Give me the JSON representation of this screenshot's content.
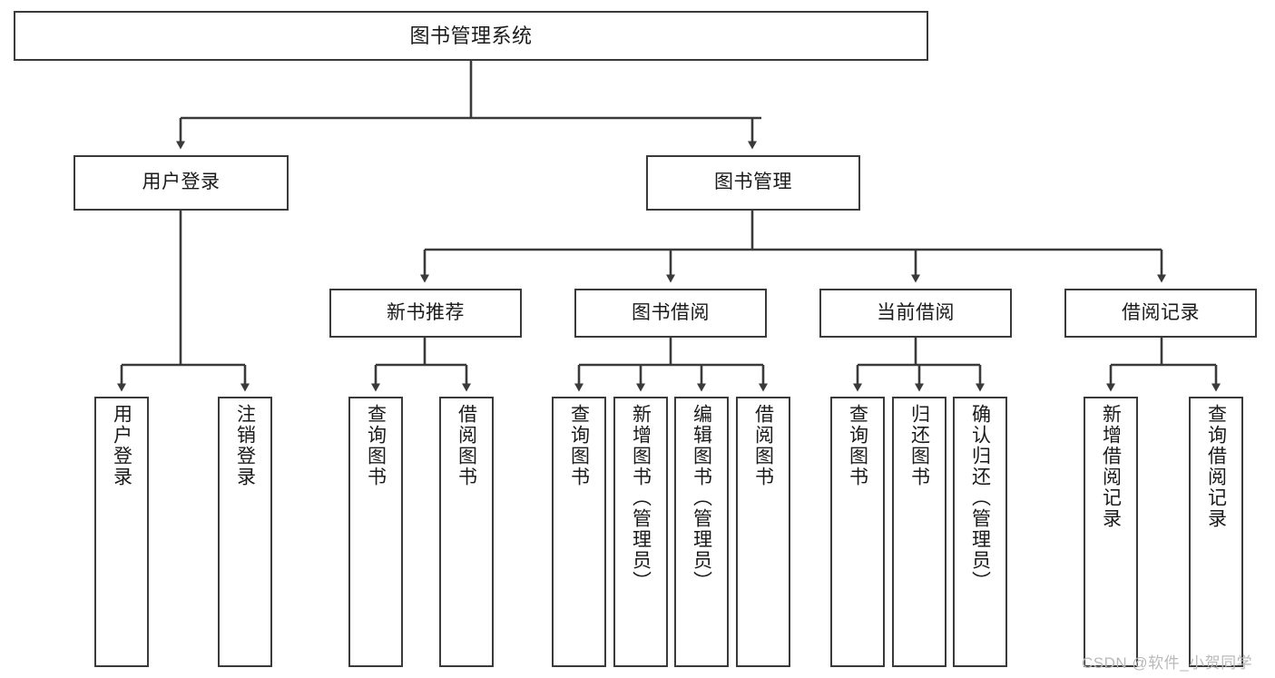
{
  "diagram": {
    "title": "图书管理系统",
    "type": "system-function-tree",
    "watermark": "CSDN @软件_小贺同学",
    "colors": {
      "box_border": "#3a3a3a",
      "box_fill": "#ffffff",
      "connector": "#3a3a3a",
      "text": "#1a1a1a",
      "watermark": "#b9b9b9",
      "background": "#ffffff"
    },
    "nodes": {
      "root": {
        "label": "图书管理系统"
      },
      "level1": [
        {
          "id": "user-login",
          "label": "用户登录"
        },
        {
          "id": "book-management",
          "label": "图书管理"
        }
      ],
      "level2": [
        {
          "id": "new-book-recommend",
          "label": "新书推荐"
        },
        {
          "id": "book-borrow",
          "label": "图书借阅"
        },
        {
          "id": "current-borrow",
          "label": "当前借阅"
        },
        {
          "id": "borrow-record",
          "label": "借阅记录"
        }
      ],
      "leaves": {
        "user_login": [
          {
            "id": "leaf-user-login",
            "label": "用户登录"
          },
          {
            "id": "leaf-logout-login",
            "label": "注销登录"
          }
        ],
        "new_book_recommend": [
          {
            "id": "leaf-query-book-1",
            "label": "查询图书"
          },
          {
            "id": "leaf-borrow-book-1",
            "label": "借阅图书"
          }
        ],
        "book_borrow": [
          {
            "id": "leaf-query-book-2",
            "label": "查询图书"
          },
          {
            "id": "leaf-add-book",
            "label": "新增图书（管理员）"
          },
          {
            "id": "leaf-edit-book",
            "label": "编辑图书（管理员）"
          },
          {
            "id": "leaf-borrow-book-2",
            "label": "借阅图书"
          }
        ],
        "current_borrow": [
          {
            "id": "leaf-query-book-3",
            "label": "查询图书"
          },
          {
            "id": "leaf-return-book",
            "label": "归还图书"
          },
          {
            "id": "leaf-confirm-return",
            "label": "确认归还（管理员）"
          }
        ],
        "borrow_record": [
          {
            "id": "leaf-add-borrow-record",
            "label": "新增借阅记录"
          },
          {
            "id": "leaf-query-borrow-record",
            "label": "查询借阅记录"
          }
        ]
      }
    }
  }
}
